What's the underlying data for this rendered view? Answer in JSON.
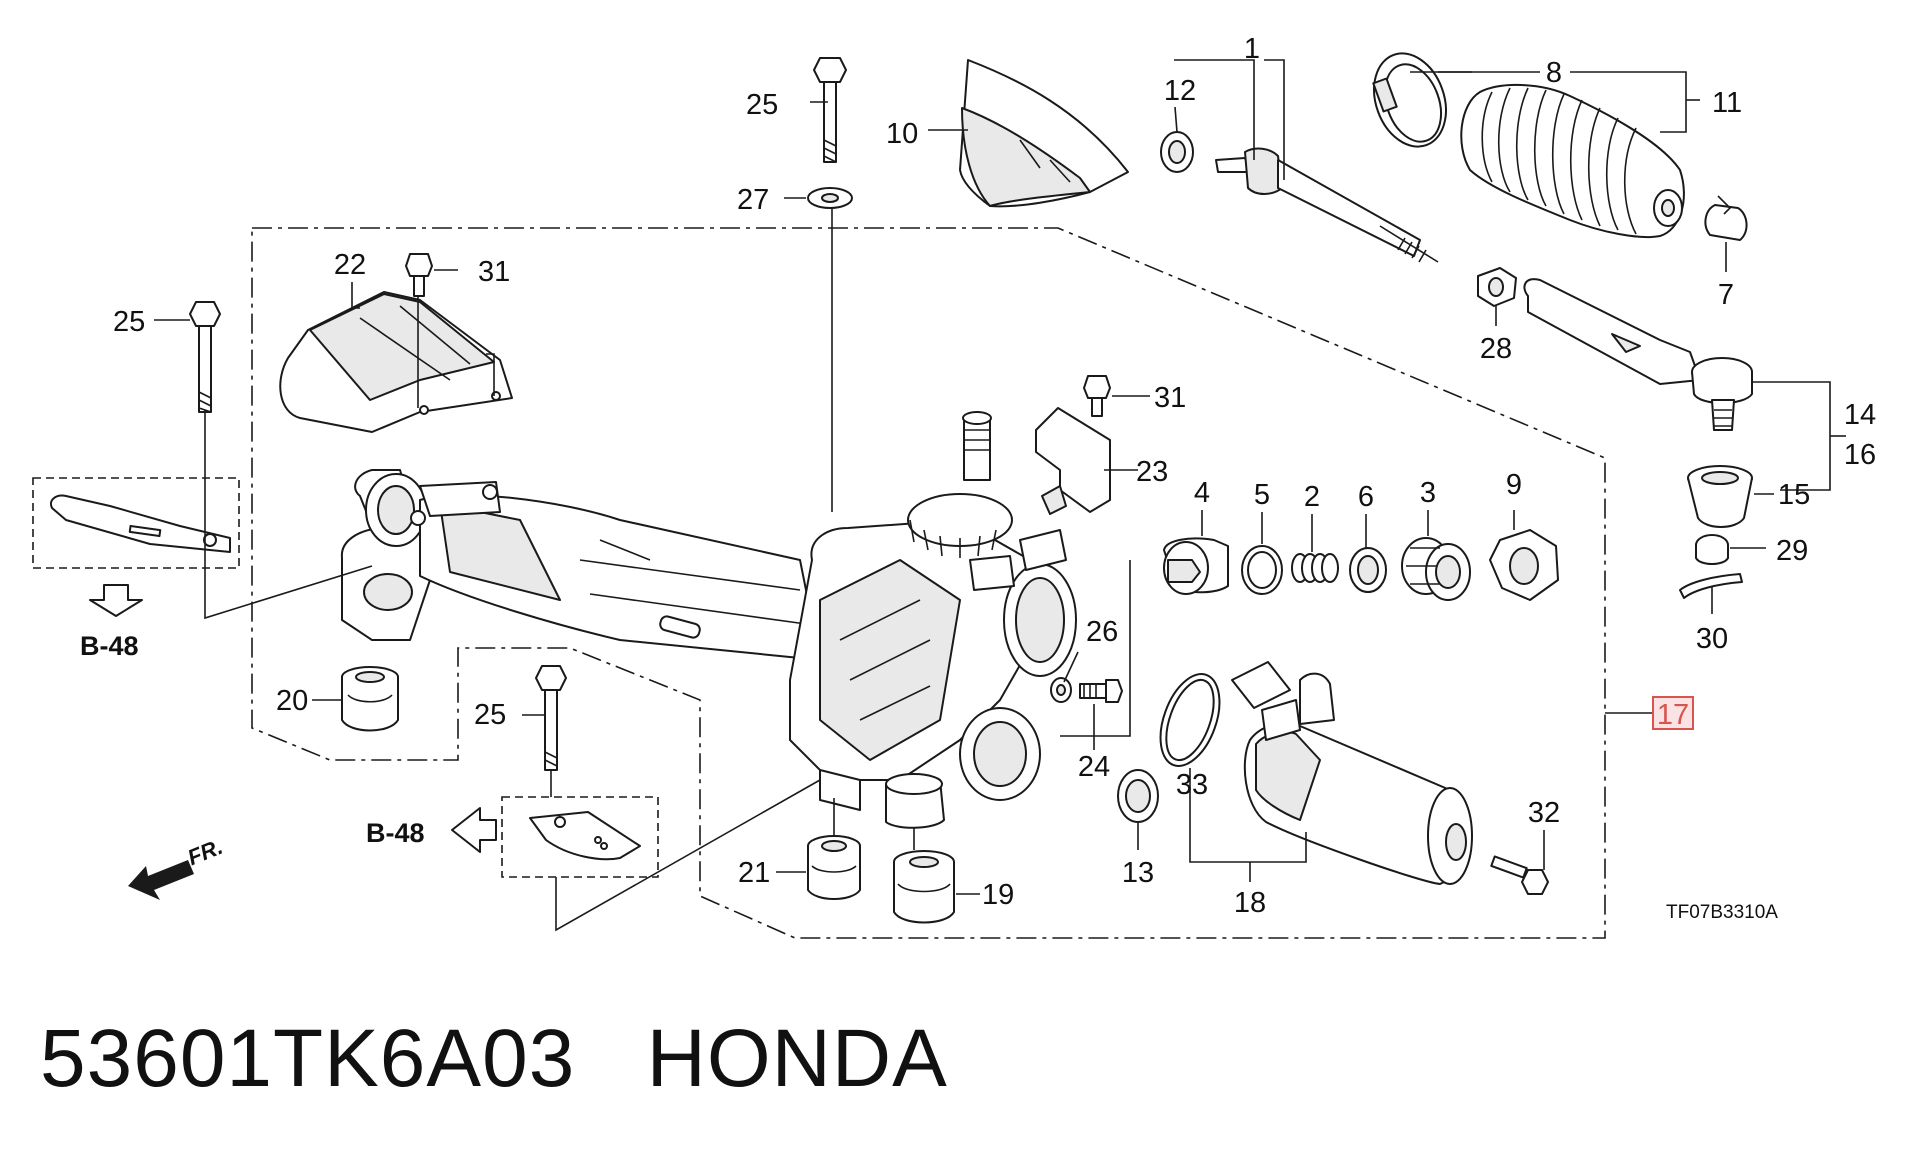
{
  "callouts": {
    "c1": "1",
    "c2": "2",
    "c3": "3",
    "c4": "4",
    "c5": "5",
    "c6": "6",
    "c7": "7",
    "c8": "8",
    "c9": "9",
    "c10": "10",
    "c11": "11",
    "c12": "12",
    "c13": "13",
    "c14": "14",
    "c15": "15",
    "c16": "16",
    "c17": "17",
    "c18": "18",
    "c19": "19",
    "c20": "20",
    "c21": "21",
    "c22": "22",
    "c23": "23",
    "c24": "24",
    "c25": "25",
    "c26": "26",
    "c27": "27",
    "c28": "28",
    "c29": "29",
    "c30": "30",
    "c31": "31",
    "c32": "32",
    "c33": "33"
  },
  "references": {
    "section_ref": "B-48",
    "front_marker": "FR."
  },
  "diagram_code": "TF07B3310A",
  "caption": {
    "part_number": "53601TK6A03",
    "brand": "HONDA"
  },
  "highlight_color": "#d9534f"
}
